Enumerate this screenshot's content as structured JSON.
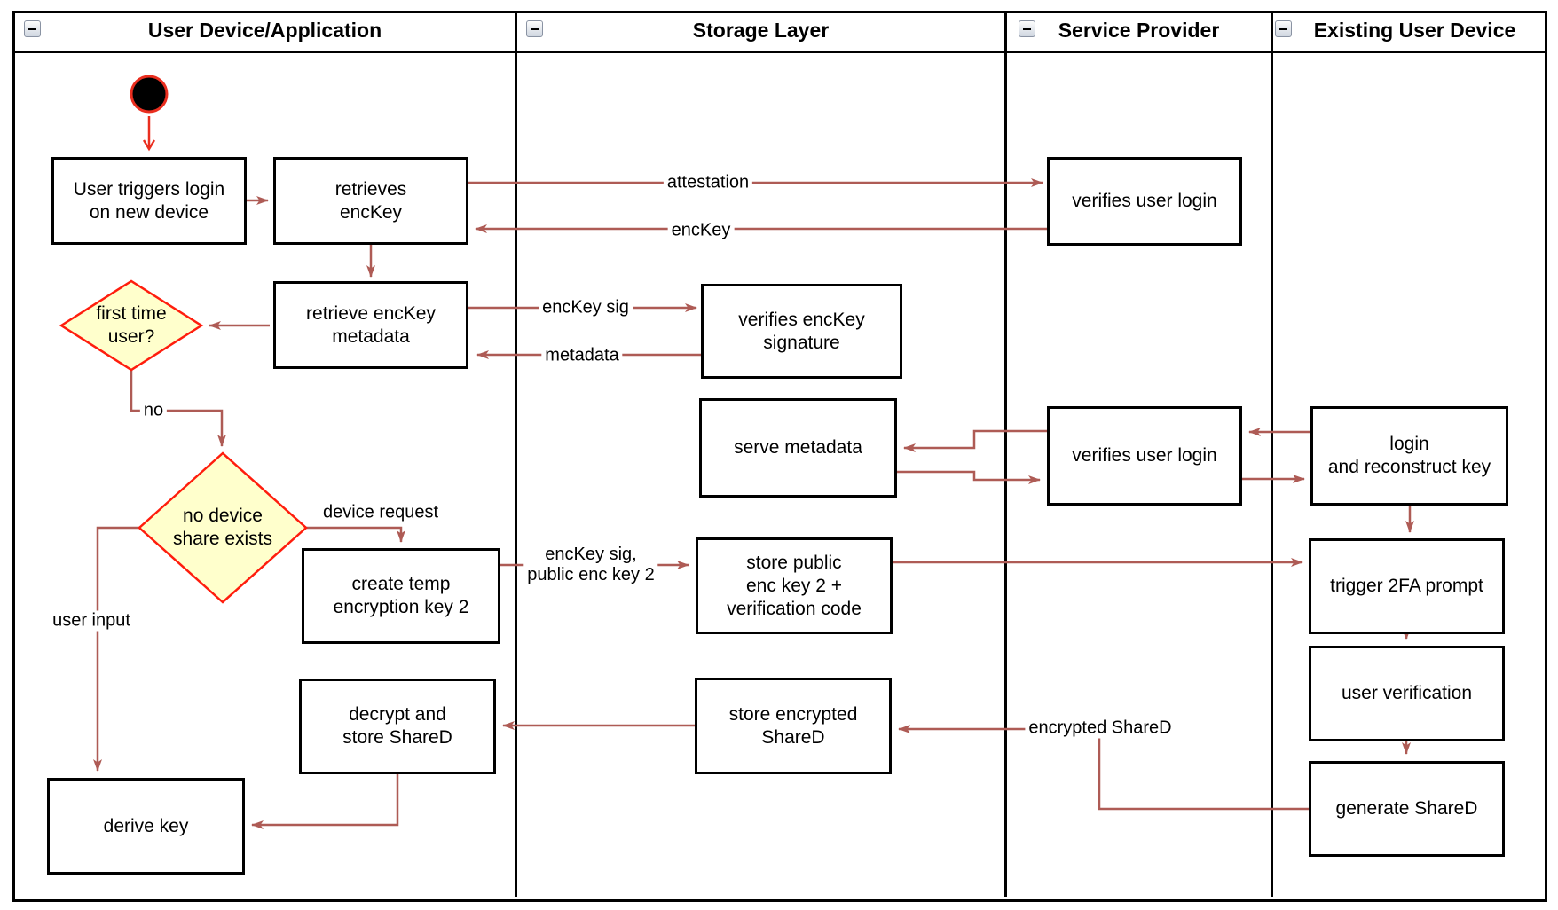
{
  "lanes": [
    {
      "title": "User Device/Application"
    },
    {
      "title": "Storage Layer"
    },
    {
      "title": "Service Provider"
    },
    {
      "title": "Existing User Device"
    }
  ],
  "nodes": {
    "user_triggers": "User triggers login\non new device",
    "retrieves_enckey": "retrieves\nencKey",
    "retrieve_metadata": "retrieve encKey\nmetadata",
    "create_temp_key": "create temp\nencryption key 2",
    "decrypt_store_shared": "decrypt and\nstore ShareD",
    "derive_key": "derive key",
    "verifies_enckey_signature": "verifies encKey\nsignature",
    "serve_metadata": "serve metadata",
    "store_public_key": "store public\nenc key 2 +\nverification code",
    "store_encrypted_shared": "store encrypted\nShareD",
    "verifies_user_login_top": "verifies user login",
    "verifies_user_login_mid": "verifies user login",
    "login_reconstruct": "login\nand reconstruct key",
    "trigger_2fa": "trigger 2FA prompt",
    "user_verification": "user verification",
    "generate_shared": "generate ShareD"
  },
  "decisions": {
    "first_time_user": "first time\nuser?",
    "no_device_share": "no device\nshare exists"
  },
  "edge_labels": {
    "attestation": "attestation",
    "enckey": "encKey",
    "enckey_sig": "encKey sig",
    "metadata": "metadata",
    "no": "no",
    "device_request": "device request",
    "enckey_sig_public": "encKey sig,\npublic enc key 2",
    "encrypted_shared": "encrypted ShareD",
    "user_input": "user input"
  },
  "colors": {
    "connector": "#ae5b55",
    "start_arrow": "#ea2e1f",
    "decision_border": "#ff1d0d",
    "decision_fill": "#ffffcc",
    "start_fill": "#000000"
  }
}
